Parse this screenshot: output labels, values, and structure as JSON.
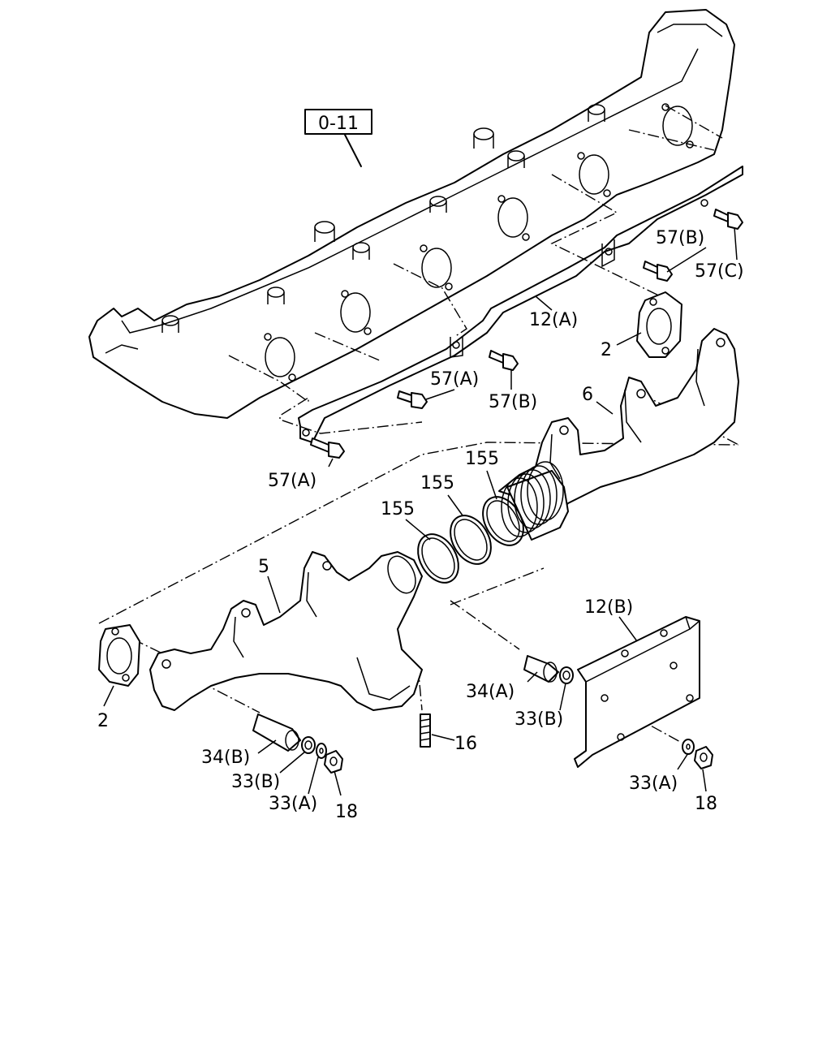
{
  "reference_box": "0-11",
  "callouts": {
    "c57b_top": "57(B)",
    "c57c": "57(C)",
    "c12a": "12(A)",
    "c2_right": "2",
    "c57a_mid": "57(A)",
    "c57b_mid": "57(B)",
    "c6": "6",
    "c57a_left": "57(A)",
    "c155_a": "155",
    "c155_b": "155",
    "c155_c": "155",
    "c5": "5",
    "c12b": "12(B)",
    "c34a": "34(A)",
    "c33b_right": "33(B)",
    "c2_left": "2",
    "c34b": "34(B)",
    "c33b_left": "33(B)",
    "c16": "16",
    "c33a_left": "33(A)",
    "c18_left": "18",
    "c33a_right": "33(A)",
    "c18_right": "18"
  }
}
